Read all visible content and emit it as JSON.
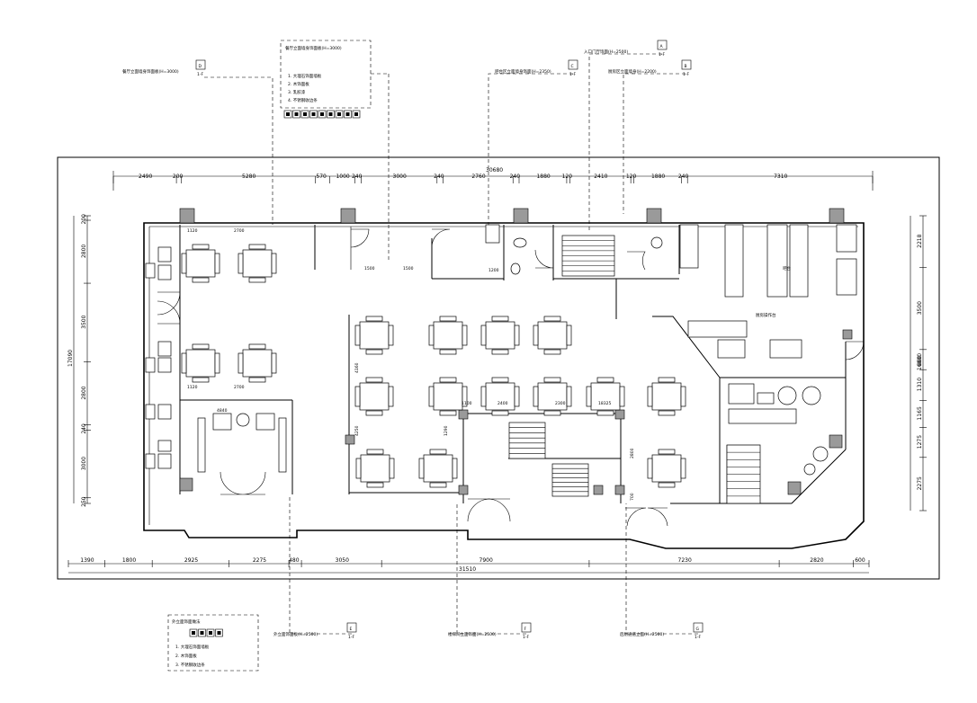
{
  "drawing": {
    "top_dims": [
      "2490",
      "200",
      "5280",
      "570",
      "1000",
      "240",
      "3000",
      "240",
      "2760",
      "240",
      "1880",
      "120",
      "2410",
      "120",
      "1880",
      "240",
      "7310"
    ],
    "top_total": "30680",
    "bottom_dims": [
      "1390",
      "1800",
      "2925",
      "2275",
      "480",
      "3050",
      "7900",
      "7230",
      "2820",
      "600"
    ],
    "bottom_total": "31510",
    "left_dims": [
      "200",
      "2800",
      "3500",
      "2800",
      "240",
      "3000",
      "250"
    ],
    "left_total": "17090",
    "right_dims": [
      "2218",
      "3500",
      "860",
      "1310",
      "1165",
      "1275",
      "2275"
    ],
    "right_total": "16800",
    "inner_dims": {
      "a": "1120",
      "b": "2700",
      "c": "1120",
      "d": "2700",
      "e": "1500",
      "f": "1500",
      "g": "4160",
      "h": "1200",
      "i": "1290",
      "j": "4250",
      "k": "2800",
      "l": "700",
      "m": "1100",
      "n": "2400",
      "o": "2300",
      "p": "18325",
      "q": "4840"
    },
    "callouts_top": [
      {
        "id": "co1",
        "marker": "D",
        "sub": "1-F",
        "caption": "餐厅立面墙身饰面板(H=3000)"
      },
      {
        "id": "co2",
        "marker": "C",
        "sub": "1-F",
        "caption": "吧台区立面墙身饰面(H=2350)"
      },
      {
        "id": "co3",
        "marker": "A",
        "sub": "1-F",
        "caption": "入口门厅饰面(H=2500)"
      },
      {
        "id": "co4",
        "marker": "B",
        "sub": "1-F",
        "caption": "厨房区立面墙身(H=2200)"
      }
    ],
    "callouts_bottom": [
      {
        "id": "co5",
        "marker": "E",
        "sub": "1-F",
        "caption": "外立面饰面板(H=2500)"
      },
      {
        "id": "co6",
        "marker": "F",
        "sub": "1-F",
        "caption": "楼梯间立面饰面(H=2500)"
      },
      {
        "id": "co7",
        "marker": "G",
        "sub": "1-F",
        "caption": "后厨通道立面(H=2500)"
      }
    ],
    "legend_top": {
      "title": "餐厅立面墙身饰面板(H=3000)",
      "items": [
        "1. 大理石饰面墙板",
        "2. 木饰面板",
        "3. 乳胶漆",
        "4. 不锈钢收边条"
      ]
    },
    "legend_bottom": {
      "title": "外立面饰面做法",
      "items": [
        "1. 大理石饰面墙板",
        "2. 木饰面板",
        "3. 不锈钢收边条"
      ]
    },
    "room_labels": {
      "kitchen": "厨房操作台",
      "bar": "吧台"
    }
  }
}
